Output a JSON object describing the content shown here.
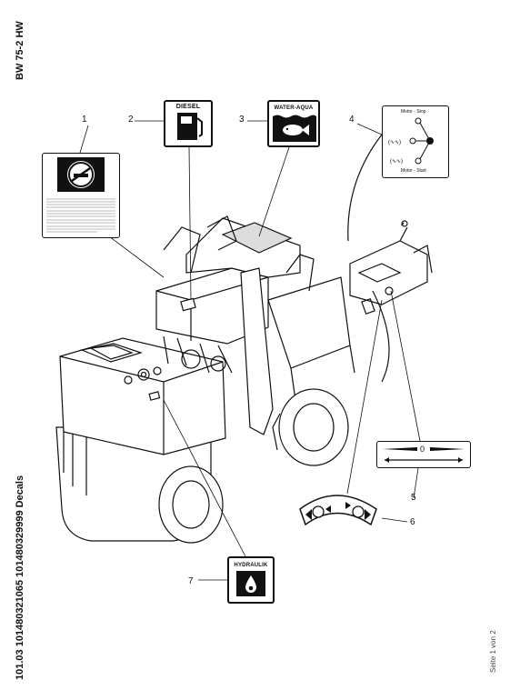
{
  "header": {
    "model": "BW 75-2 HW",
    "document": "101.03 10148032106 5 101480329999 Decals",
    "page": "Seite 1 von 2"
  },
  "callouts": [
    {
      "number": "1",
      "label": "warning-sticker"
    },
    {
      "number": "2",
      "label": "diesel-decal"
    },
    {
      "number": "3",
      "label": "water-aqua-decal"
    },
    {
      "number": "4",
      "label": "motor-stop-start-decal"
    },
    {
      "number": "5",
      "label": "throttle-decal"
    },
    {
      "number": "6",
      "label": "travel-direction-decal"
    },
    {
      "number": "7",
      "label": "hydraulik-decal"
    }
  ],
  "decals": {
    "diesel": "DIESEL",
    "water": "WATER-AQUA",
    "motor_stop": "Motor - Stop",
    "motor_start": "Motor - Start",
    "hydraulik": "HYDRAULIK",
    "throttle_zero": "0"
  },
  "icons": [
    "no-smoking-icon",
    "fuel-pump-icon",
    "fish-icon",
    "hydraulic-drop-icon",
    "direction-arrows-icon"
  ]
}
